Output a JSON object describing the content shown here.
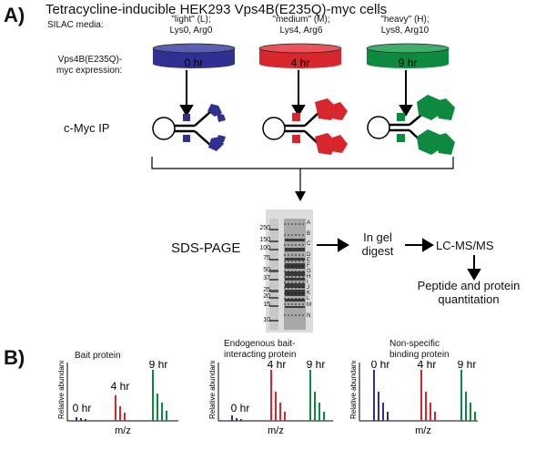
{
  "panel_a": {
    "label": "A)",
    "title": "Tetracycline-inducible HEK293 Vps4B(E235Q)-myc cells",
    "silac_media_label": "SILAC media:",
    "media": [
      {
        "line1": "\"light\" (L);",
        "line2": "Lys0, Arg0",
        "time": "0 hr",
        "color": "#2e3192"
      },
      {
        "line1": "\"medium\" (M);",
        "line2": "Lys4, Arg6",
        "time": "4 hr",
        "color": "#d7262c"
      },
      {
        "line1": "\"heavy\" (H);",
        "line2": "Lys8, Arg10",
        "time": "9 hr",
        "color": "#0d8a3f"
      }
    ],
    "expression_label_line1": "Vps4B(E235Q)-",
    "expression_label_line2": "myc expression:",
    "ip_label": "c-Myc IP",
    "sds_label": "SDS-PAGE",
    "gel_markers": [
      "250",
      "150",
      "100",
      "75",
      "50",
      "37",
      "25",
      "20",
      "15",
      "10"
    ],
    "gel_bands": [
      "A",
      "B",
      "C",
      "D",
      "E",
      "F",
      "G",
      "H",
      "I",
      "J",
      "K",
      "L",
      "M",
      "N"
    ],
    "digest_line1": "In gel",
    "digest_line2": "digest",
    "lcms_label": "LC-MS/MS",
    "quant_line1": "Peptide and protein",
    "quant_line2": "quantitation"
  },
  "panel_b": {
    "label": "B)",
    "plots": [
      {
        "title_line1": "Bait protein",
        "title_line2": "",
        "ylabel": "Relative abundance",
        "xlabel": "m/z",
        "peak_labels": [
          "0 hr",
          "4 hr",
          "9 hr"
        ]
      },
      {
        "title_line1": "Endogenous bait-",
        "title_line2": "interacting protein",
        "ylabel": "Relative abundance",
        "xlabel": "m/z",
        "peak_labels": [
          "0 hr",
          "4 hr",
          "9 hr"
        ]
      },
      {
        "title_line1": "Non-specific",
        "title_line2": "binding protein",
        "ylabel": "Relative abundance",
        "xlabel": "m/z",
        "peak_labels": [
          "0 hr",
          "4 hr",
          "9 hr"
        ]
      }
    ]
  },
  "colors": {
    "light": "#2e3192",
    "medium": "#d7262c",
    "heavy": "#0d8a3f",
    "line": "#000000"
  }
}
